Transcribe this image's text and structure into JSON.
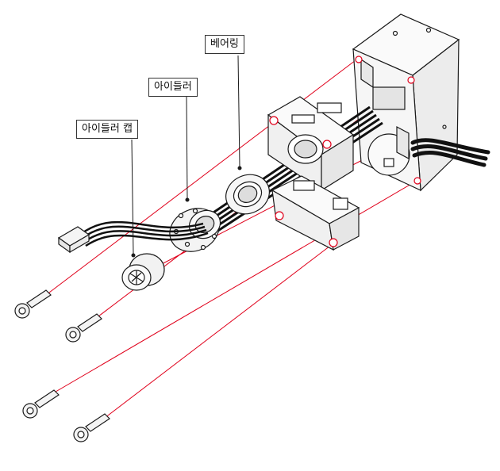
{
  "labels": {
    "bearing": "베어링",
    "idler": "아이들러",
    "idler_cap": "아이들러 캡"
  },
  "colors": {
    "guide_line": "#e0001b",
    "outline": "#1a1a1a",
    "cable": "#111111",
    "part_fill": "#f4f4f4"
  }
}
